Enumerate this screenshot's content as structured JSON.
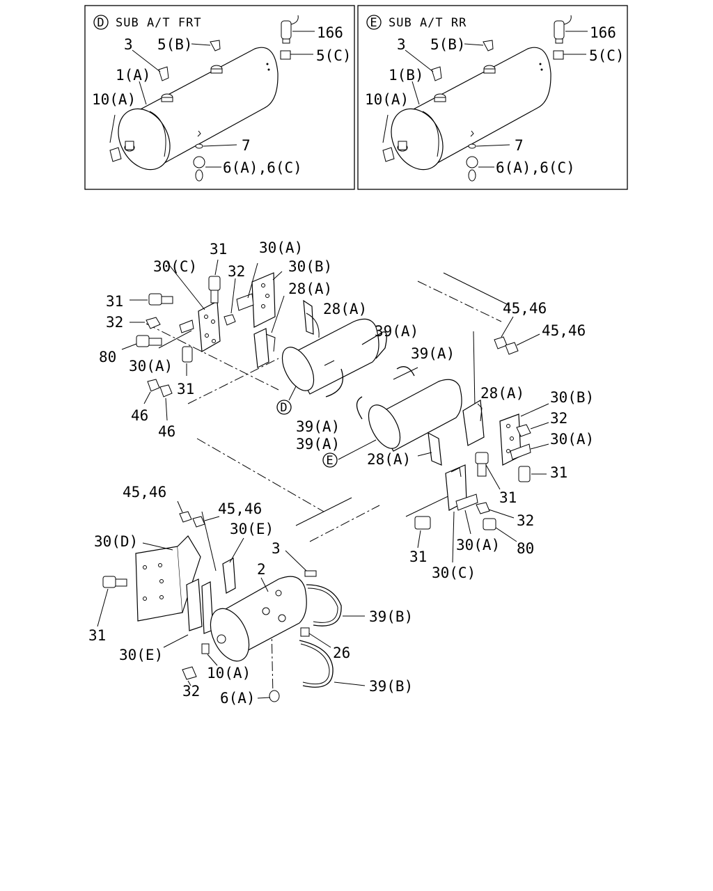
{
  "inset_frt": {
    "circle": "D",
    "title": "SUB A/T FRT",
    "labels": {
      "p166": "166",
      "p3": "3",
      "p5b": "5(B)",
      "p5c": "5(C)",
      "p1": "1(A)",
      "p10": "10(A)",
      "p7": "7",
      "p6": "6(A),6(C)"
    }
  },
  "inset_rr": {
    "circle": "E",
    "title": "SUB A/T RR",
    "labels": {
      "p166": "166",
      "p3": "3",
      "p5b": "5(B)",
      "p5c": "5(C)",
      "p1": "1(B)",
      "p10": "10(A)",
      "p7": "7",
      "p6": "6(A),6(C)"
    }
  },
  "main": {
    "labels": {
      "l31a": "31",
      "l30a_top": "30(A)",
      "l30c_top": "30(C)",
      "l32_top": "32",
      "l30b_top": "30(B)",
      "l31b": "31",
      "l28a_1": "28(A)",
      "l32b": "32",
      "l28a_2": "28(A)",
      "l80a": "80",
      "l30a_left": "30(A)",
      "l39a_1": "39(A)",
      "l45_1": "45,46",
      "l45_2": "45,46",
      "l39a_2": "39(A)",
      "l31c": "31",
      "l46a": "46",
      "l46b": "46",
      "lD": "D",
      "l28a_3": "28(A)",
      "l30b_right": "30(B)",
      "l39a_3": "39(A)",
      "l39a_4": "39(A)",
      "l32_right": "32",
      "l30a_right": "30(A)",
      "lE": "E",
      "l28a_4": "28(A)",
      "l31_right": "31",
      "l31_mid": "31",
      "l32_mid": "32",
      "l31_bot_r": "31",
      "l30a_bot": "30(A)",
      "l80b": "80",
      "l30c_bot": "30(C)",
      "l45_3": "45,46",
      "l45_4": "45,46",
      "l30d": "30(D)",
      "l30e_top": "30(E)",
      "l3": "3",
      "l2": "2",
      "l39b_1": "39(B)",
      "l31_left": "31",
      "l26": "26",
      "l30e_bot": "30(E)",
      "l10a": "10(A)",
      "l39b_2": "39(B)",
      "l32_bot": "32",
      "l6a": "6(A)"
    }
  }
}
